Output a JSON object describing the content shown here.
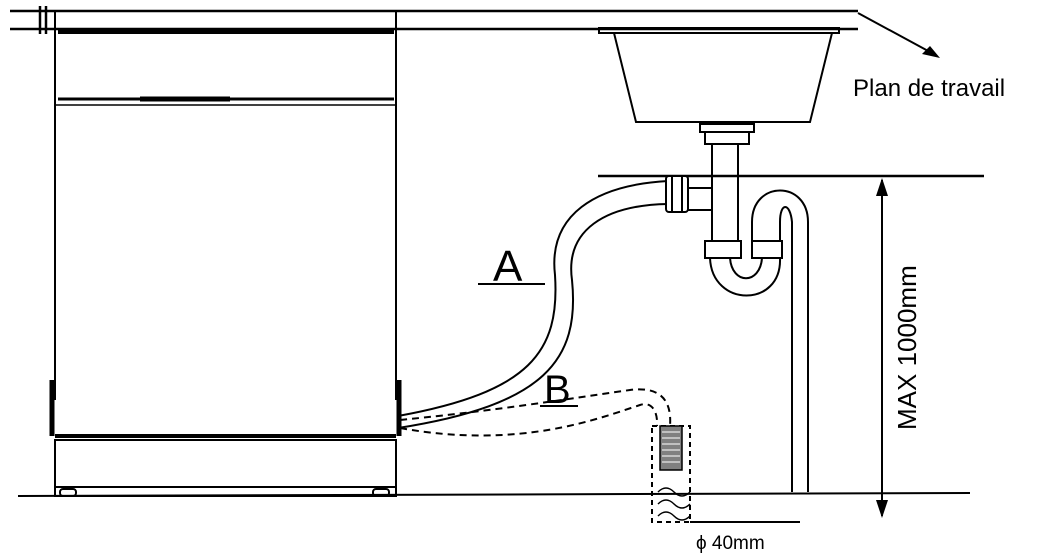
{
  "labels": {
    "countertop": "Plan de travail",
    "hose_a": "A",
    "hose_b": "B",
    "max_height": "MAX 1000mm",
    "diameter": "ϕ 40mm"
  },
  "colors": {
    "line": "#000000",
    "filter": "#808080",
    "background": "#ffffff"
  }
}
